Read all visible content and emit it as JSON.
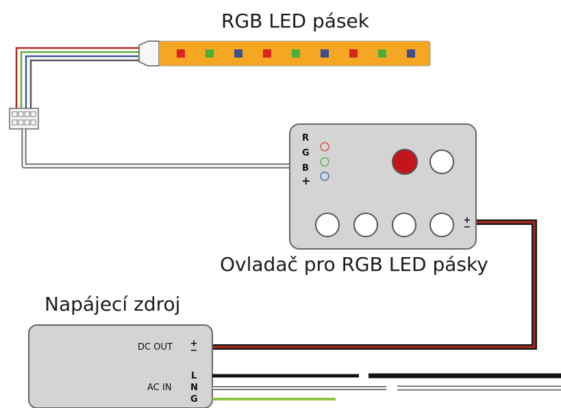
{
  "strip": {
    "title": "RGB LED pásek",
    "body_color": "#f5a623",
    "led_colors": [
      "#d9261c",
      "#4caf3a",
      "#3e4f8c",
      "#d9261c",
      "#4caf3a",
      "#3e4f8c",
      "#d9261c",
      "#4caf3a",
      "#3e4f8c"
    ]
  },
  "controller": {
    "title": "Ovladač pro RGB LED pásky",
    "pin_labels": {
      "r": "R",
      "g": "G",
      "b": "B",
      "plus": "+"
    },
    "power_marks": "+ −",
    "indicator_colors": {
      "r": "#d9534f",
      "g": "#5cb85c",
      "b": "#4a6fb5"
    },
    "active_button_color": "#c3161c"
  },
  "power_supply": {
    "title": "Napájecí zdroj",
    "dc_out_label": "DC OUT",
    "dc_out_marks": "+ −",
    "ac_in_label": "AC IN",
    "ac_pins": {
      "l": "L",
      "n": "N",
      "g": "G"
    }
  },
  "colors": {
    "wire_red": "#b5281e",
    "wire_green": "#5fa83a",
    "wire_blue": "#3d5b8f",
    "earth": "#8cc63f",
    "box_fill": "#d4d4d4"
  }
}
